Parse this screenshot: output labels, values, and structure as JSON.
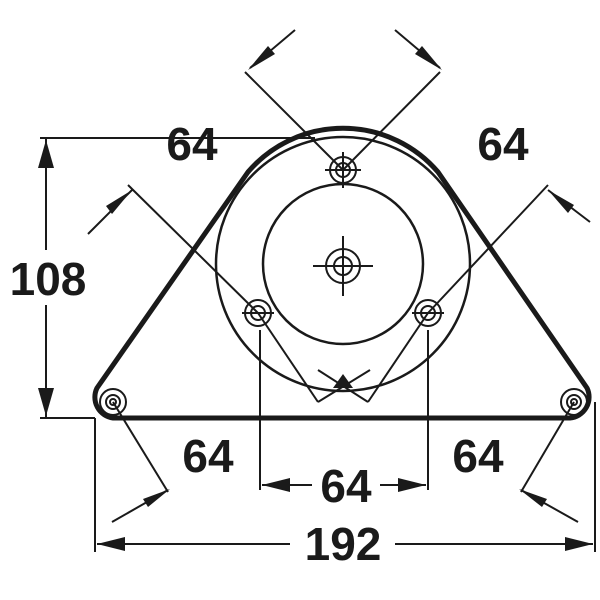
{
  "dimensions": {
    "top_left": "64",
    "top_right": "64",
    "height": "108",
    "bottom_left": "64",
    "bottom_right": "64",
    "bottom_center": "64",
    "overall_width": "192"
  }
}
